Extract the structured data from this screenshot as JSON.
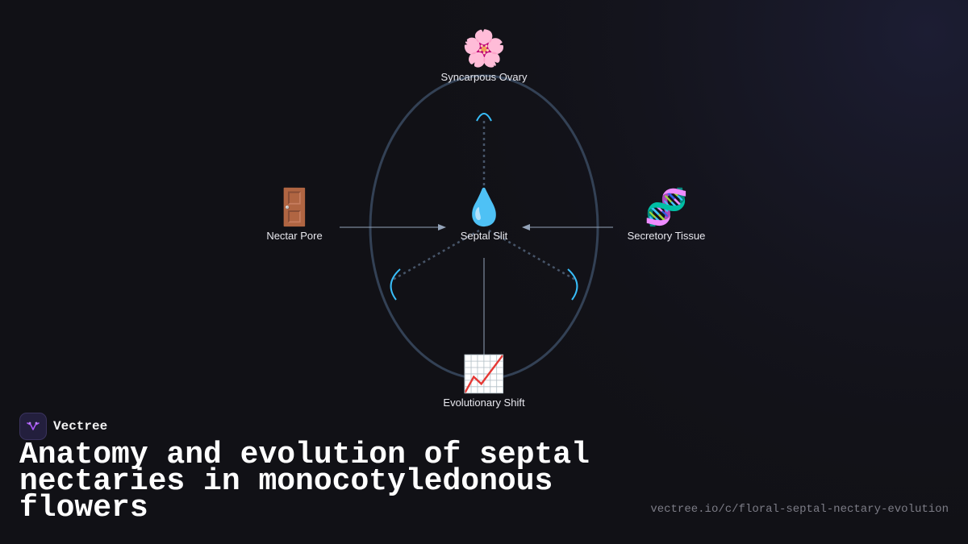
{
  "brand": {
    "name": "Vectree"
  },
  "title": "Anatomy and evolution of septal nectaries in monocotyledonous flowers",
  "url": "vectree.io/c/floral-septal-nectary-evolution",
  "colors": {
    "background": "#111116",
    "ellipse": "#334155",
    "accent_cyan": "#38bdf8",
    "connector": "#94a3b8",
    "dotted": "#475569"
  },
  "nodes": {
    "top": {
      "label": "Syncarpous Ovary",
      "emoji": "🌸",
      "icon": "flower-icon"
    },
    "left": {
      "label": "Nectar Pore",
      "emoji": "🚪",
      "icon": "door-icon"
    },
    "center": {
      "label": "Septal Slit",
      "emoji": "💧",
      "icon": "droplet-icon"
    },
    "right": {
      "label": "Secretory Tissue",
      "emoji": "🧬",
      "icon": "dna-icon"
    },
    "bottom": {
      "label": "Evolutionary Shift",
      "emoji": "📈",
      "icon": "chart-increasing-icon"
    }
  }
}
